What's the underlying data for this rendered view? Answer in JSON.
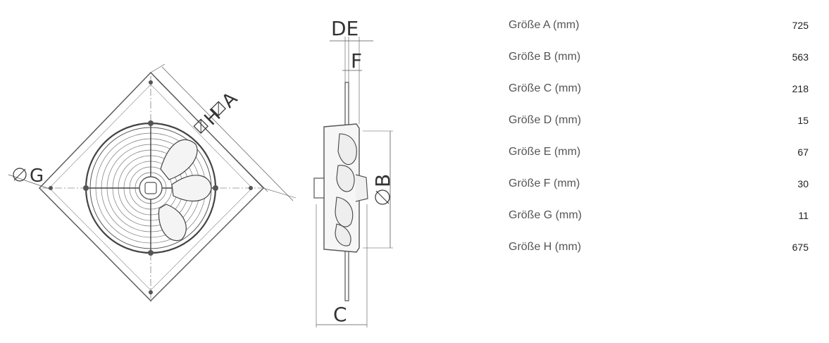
{
  "drawing": {
    "labels": {
      "a": "A",
      "h": "H",
      "g": "G",
      "b": "B",
      "c": "C",
      "de": "DE",
      "f": "F"
    }
  },
  "dimensions": [
    {
      "label": "Größe A (mm)",
      "value": "725"
    },
    {
      "label": "Größe B (mm)",
      "value": "563"
    },
    {
      "label": "Größe C (mm)",
      "value": "218"
    },
    {
      "label": "Größe D (mm)",
      "value": "15"
    },
    {
      "label": "Größe E (mm)",
      "value": "67"
    },
    {
      "label": "Größe F (mm)",
      "value": "30"
    },
    {
      "label": "Größe G (mm)",
      "value": "11"
    },
    {
      "label": "Größe H (mm)",
      "value": "675"
    }
  ]
}
